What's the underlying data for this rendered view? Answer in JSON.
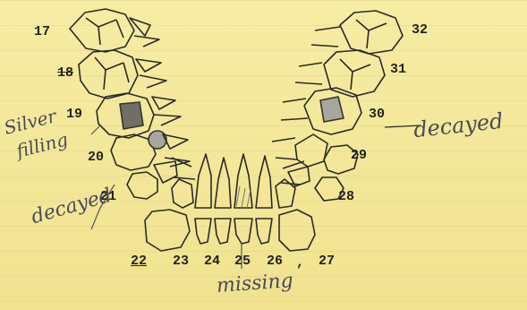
{
  "tooth_numbers": {
    "n17": "17",
    "n18": "18",
    "n19": "19",
    "n20": "20",
    "n21": "21",
    "n22": "22",
    "n23": "23",
    "n24": "24",
    "n25": "25",
    "n26": "26",
    "n27": "27",
    "n28": "28",
    "n29": "29",
    "n30": "30",
    "n31": "31",
    "n32": "32",
    "comma": ","
  },
  "annotations": {
    "silver_filling_1": "Silver",
    "silver_filling_2": "filling",
    "decayed_left": "decayed",
    "decayed_right": "decayed",
    "missing": "missing"
  },
  "colors": {
    "paper": "#f3e79a",
    "ink": "#222222",
    "handwriting": "#4a4a5a",
    "filling": "#6f6f66",
    "decay": "#a6a69a"
  }
}
